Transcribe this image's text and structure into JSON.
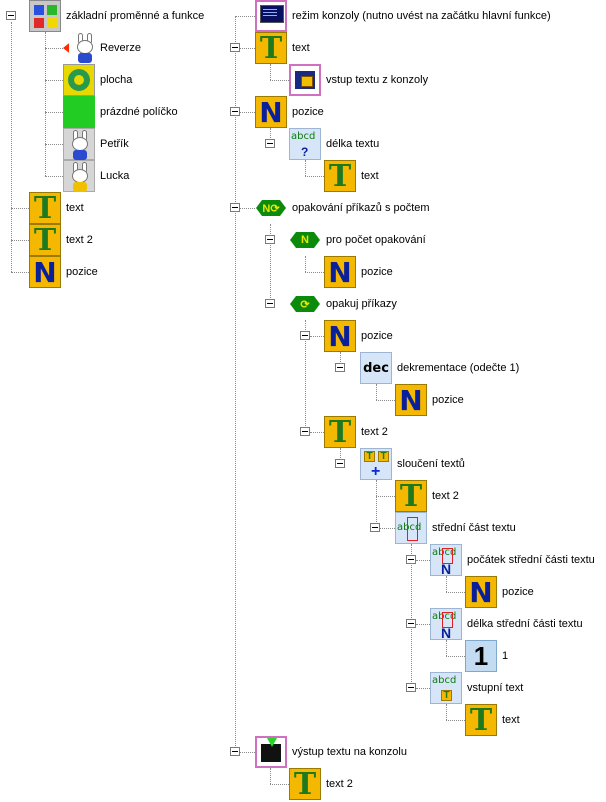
{
  "tree": {
    "left": {
      "root_label": "základní proměnné a funkce",
      "children": [
        "Reverze",
        "plocha",
        "prázdné políčko",
        "Petřík",
        "Lucka"
      ],
      "text_label": "text",
      "text2_label": "text 2",
      "pozice_label": "pozice"
    },
    "right": {
      "console_mode": "režim konzoly (nutno uvést na začátku hlavní funkce)",
      "text": "text",
      "input_console": "vstup textu z konzoly",
      "pozice": "pozice",
      "text_length": "délka textu",
      "text_inner": "text",
      "repeat_count": "opakování příkazů s počtem",
      "for_count": "pro počet opakování",
      "pozice_count": "pozice",
      "repeat_cmds": "opakuj příkazy",
      "pozice_assign": "pozice",
      "decrement": "dekrementace (odečte 1)",
      "pozice_dec": "pozice",
      "text2": "text 2",
      "concat": "sloučení textů",
      "text2_inner": "text 2",
      "middle_part": "střední část textu",
      "middle_start": "počátek střední části textu",
      "pozice_mid": "pozice",
      "middle_len": "délka střední části textu",
      "one_value": "1",
      "input_text": "vstupní text",
      "text_input_inner": "text",
      "output_console": "výstup textu na konzolu",
      "text2_out": "text 2"
    }
  },
  "icons": {
    "dec_label": "dec",
    "abcd_label": "abcd",
    "question_mark": "?",
    "n_glyph": "N",
    "t_glyph": "T",
    "one_glyph": "1",
    "plus_glyph": "+",
    "loop_glyph": "N⟳",
    "cycle_glyph": "⟳"
  },
  "colors": {
    "t_block": "#f5b800",
    "t_letter": "#1f7a1f",
    "n_letter": "#0a1f9a",
    "hex_green": "#0c8a0c",
    "console_border": "#d070c0"
  }
}
